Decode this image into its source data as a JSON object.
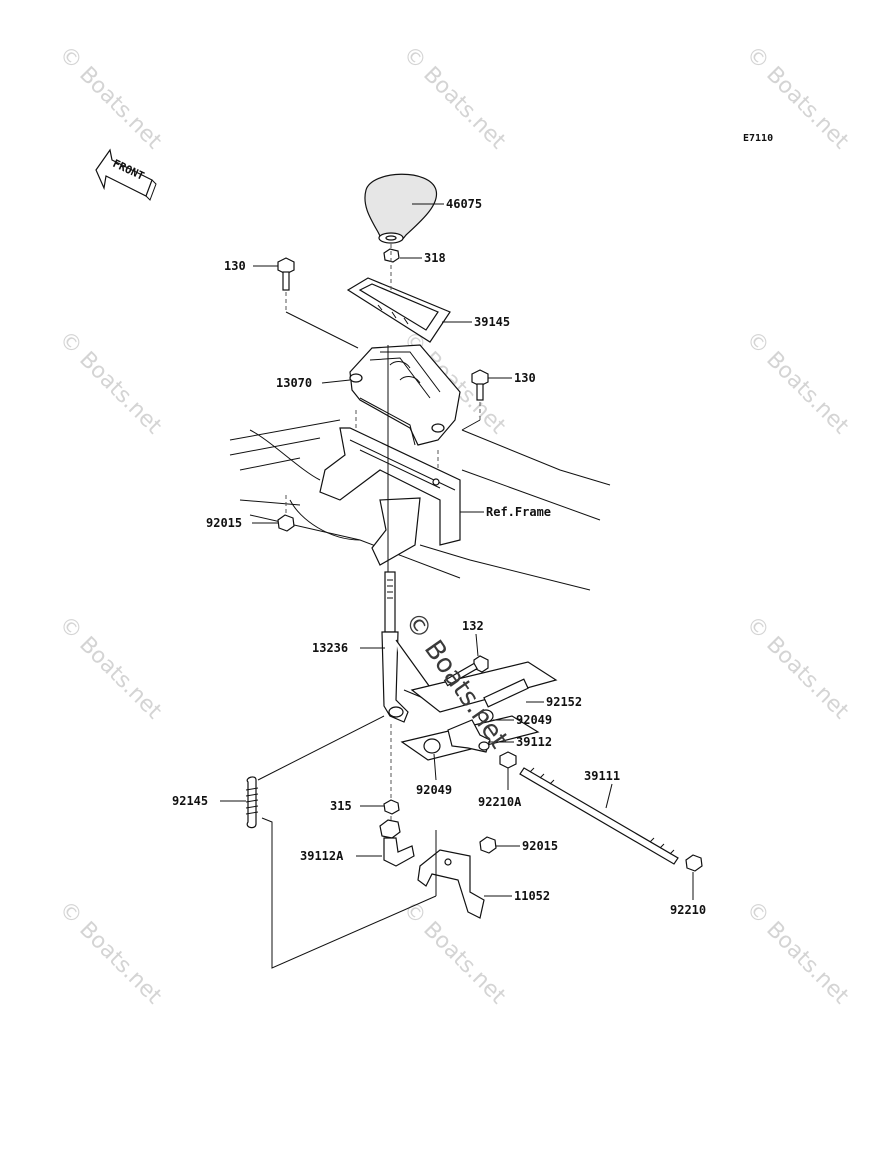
{
  "diagram_code": "E7110",
  "front_label": "FRONT",
  "watermark": "© Boats.net",
  "parts": {
    "p46075": "46075",
    "p318": "318",
    "p130a": "130",
    "p39145": "39145",
    "p130b": "130",
    "p13070": "13070",
    "ref_frame": "Ref.Frame",
    "p92015a": "92015",
    "p132": "132",
    "p13236": "13236",
    "p92152": "92152",
    "p92049a": "92049",
    "p39112": "39112",
    "p39111": "39111",
    "p92049b": "92049",
    "p92210a": "92210A",
    "p92145": "92145",
    "p315": "315",
    "p92015b": "92015",
    "p39112a": "39112A",
    "p11052": "11052",
    "p92210": "92210"
  }
}
